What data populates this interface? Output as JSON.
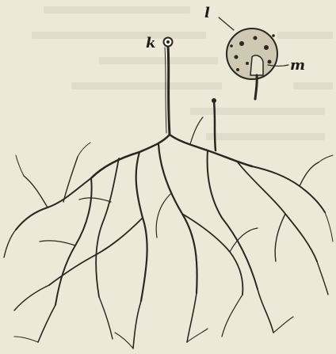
{
  "figure": {
    "labels": {
      "k": "k",
      "l": "l",
      "m": "m"
    },
    "colors": {
      "paper": "#ede9d9",
      "ink": "#2a2620",
      "bleed_through": "#d5d0bd"
    }
  }
}
